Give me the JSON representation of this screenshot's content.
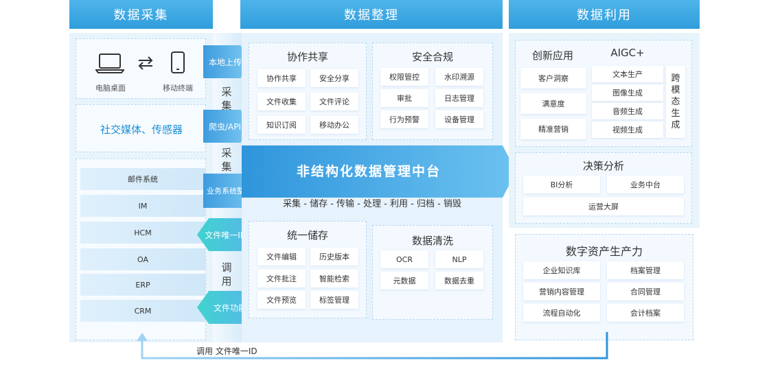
{
  "headers": {
    "collect": "数据采集",
    "organize": "数据整理",
    "use": "数据利用"
  },
  "devices": {
    "pc": "电脑桌面",
    "mobile": "移动终端"
  },
  "social": "社交媒体、传感器",
  "systems": [
    "邮件系统",
    "IM",
    "HCM",
    "OA",
    "ERP",
    "CRM"
  ],
  "arrows": {
    "local_upload": "本地上传",
    "crawler": "爬虫/API",
    "business": "业务系统整合",
    "file_id": "文件唯一ID",
    "file_func": "文件功能"
  },
  "vertical": {
    "collect1": "采集",
    "collect2": "采集",
    "call": "调用"
  },
  "collab": {
    "title": "协作共享",
    "items": [
      "协作共享",
      "安全分享",
      "文件收集",
      "文件评论",
      "知识订阅",
      "移动办公"
    ]
  },
  "security": {
    "title": "安全合规",
    "items": [
      "权限管控",
      "水印溯源",
      "审批",
      "日志管理",
      "行为预警",
      "设备管理"
    ]
  },
  "platform": {
    "title": "非结构化数据管理中台",
    "subtitle": "采集 - 储存 - 传输 - 处理 - 利用 - 归档 - 销毁"
  },
  "storage": {
    "title": "统一储存",
    "items": [
      "文件编辑",
      "历史版本",
      "文件批注",
      "智能检索",
      "文件预览",
      "标签管理"
    ]
  },
  "cleaning": {
    "title": "数据清洗",
    "items": [
      "OCR",
      "NLP",
      "元数据",
      "数据去重"
    ]
  },
  "innovation": {
    "title": "创新应用",
    "items": [
      "客户洞察",
      "满意度",
      "精准营销"
    ]
  },
  "aigc": {
    "title": "AIGC+",
    "items": [
      "文本生产",
      "图像生成",
      "音频生成",
      "视频生成"
    ],
    "side": "跨模态生成"
  },
  "decision": {
    "title": "决策分析",
    "items": [
      "BI分析",
      "业务中台",
      "运营大屏"
    ]
  },
  "assets": {
    "title": "数字资产生产力",
    "items": [
      "企业知识库",
      "档案管理",
      "营销内容管理",
      "合同管理",
      "流程自动化",
      "会计档案"
    ]
  },
  "bottom_label": "调用 文件唯一ID"
}
